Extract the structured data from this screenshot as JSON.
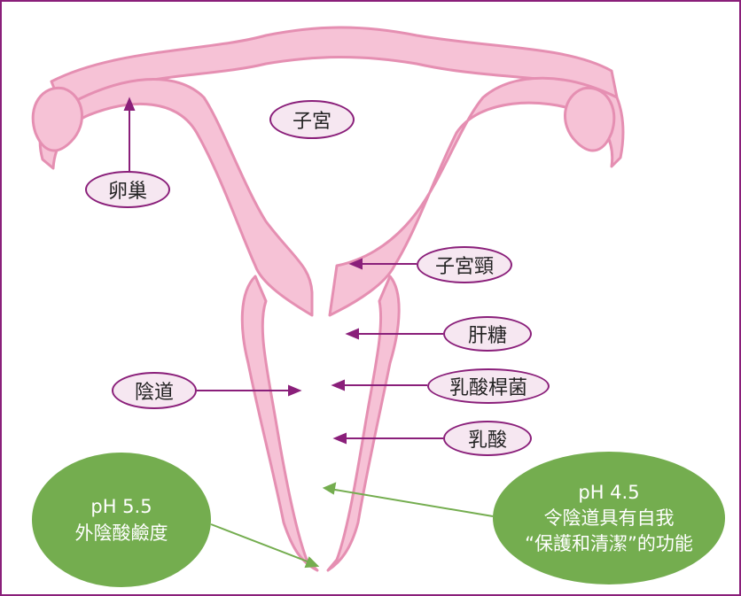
{
  "colors": {
    "frame": "#8a1f7a",
    "organ_fill": "#f6c2d6",
    "organ_stroke": "#e58fb2",
    "label_fill": "#f6e7f1",
    "arrow": "#8a1f7a",
    "green": "#74ad4f",
    "green_arrow": "#74ad4f"
  },
  "labels": {
    "uterus": "子宮",
    "ovary": "卵巢",
    "cervix": "子宮頸",
    "glycogen": "肝糖",
    "vagina": "陰道",
    "lactobacillus": "乳酸桿菌",
    "lactic_acid": "乳酸"
  },
  "callouts": {
    "outer": {
      "line1": "pH 5.5",
      "line2": "外陰酸鹼度"
    },
    "inner": {
      "line1": "pH 4.5",
      "line2": "令陰道具有自我",
      "line3": "“保護和清潔”的功能"
    }
  }
}
